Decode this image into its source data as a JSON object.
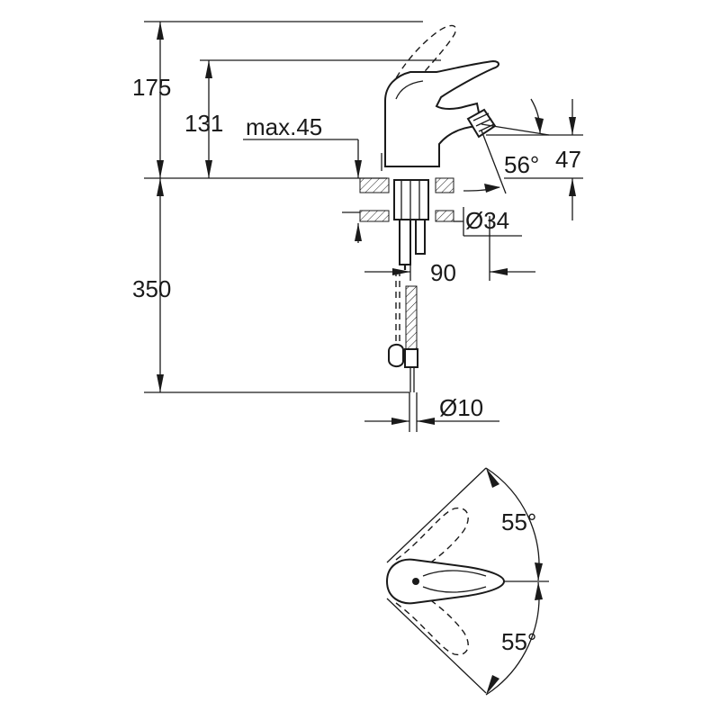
{
  "dimensions": {
    "height_total": "175",
    "height_spout": "131",
    "max_thickness": "max.45",
    "aerator_height": "47",
    "spout_angle": "56°",
    "hole_diameter": "Ø34",
    "reach": "90",
    "hose_length": "350",
    "hose_diameter": "Ø10",
    "lever_angle_top": "55°",
    "lever_angle_bottom": "55°"
  },
  "colors": {
    "line": "#1a1a1a",
    "background": "#ffffff"
  }
}
